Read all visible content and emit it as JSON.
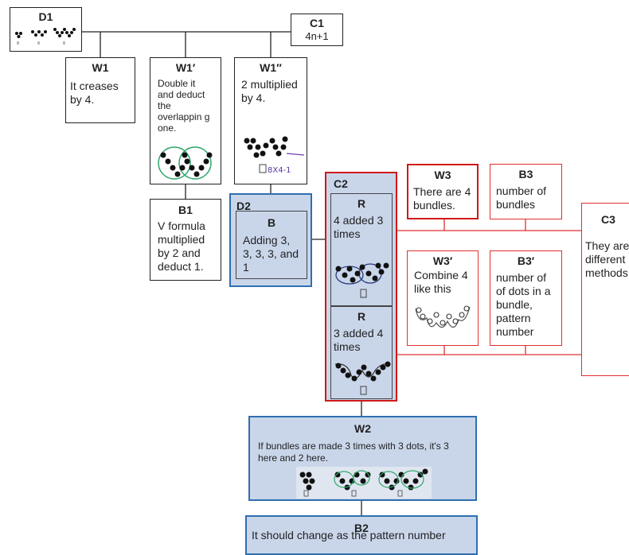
{
  "D1": {
    "label": "D1"
  },
  "C1": {
    "label": "C1",
    "text": "4n+1"
  },
  "W1": {
    "label": "W1",
    "text": "It creases by 4."
  },
  "W1p": {
    "label": "W1′",
    "text": "Double it and deduct the overlappin g one."
  },
  "W1pp": {
    "label": "W1″",
    "text": "2 multiplied by 4.",
    "fig_text": "8X4-1"
  },
  "B1": {
    "label": "B1",
    "text": "V formula multiplied by 2 and deduct 1."
  },
  "D2": {
    "label": "D2"
  },
  "B": {
    "label": "B",
    "text": "Adding 3, 3, 3, 3, and 1"
  },
  "C2": {
    "label": "C2"
  },
  "R1": {
    "label": "R",
    "text": "4 added 3 times"
  },
  "R2": {
    "label": "R",
    "text": "3 added 4 times"
  },
  "W3": {
    "label": "W3",
    "text": "There are 4 bundles."
  },
  "B3": {
    "label": "B3",
    "text": "number of bundles"
  },
  "W3p": {
    "label": "W3′",
    "text": "Combine 4 like this"
  },
  "B3p": {
    "label": "B3′",
    "text": "number of of dots in a bundle, pattern number"
  },
  "C3": {
    "label": "C3",
    "text": "They are different methods"
  },
  "W2": {
    "label": "W2",
    "text": "If bundles are made 3 times with 3 dots, it's 3 here and 2 here."
  },
  "B2": {
    "label": "B2",
    "text": "It should change as the pattern number"
  },
  "colors": {
    "black_line": "#222222",
    "red": "#e03030",
    "blue_border": "#2f6fb0",
    "blue_fill": "#c9d6ea"
  }
}
